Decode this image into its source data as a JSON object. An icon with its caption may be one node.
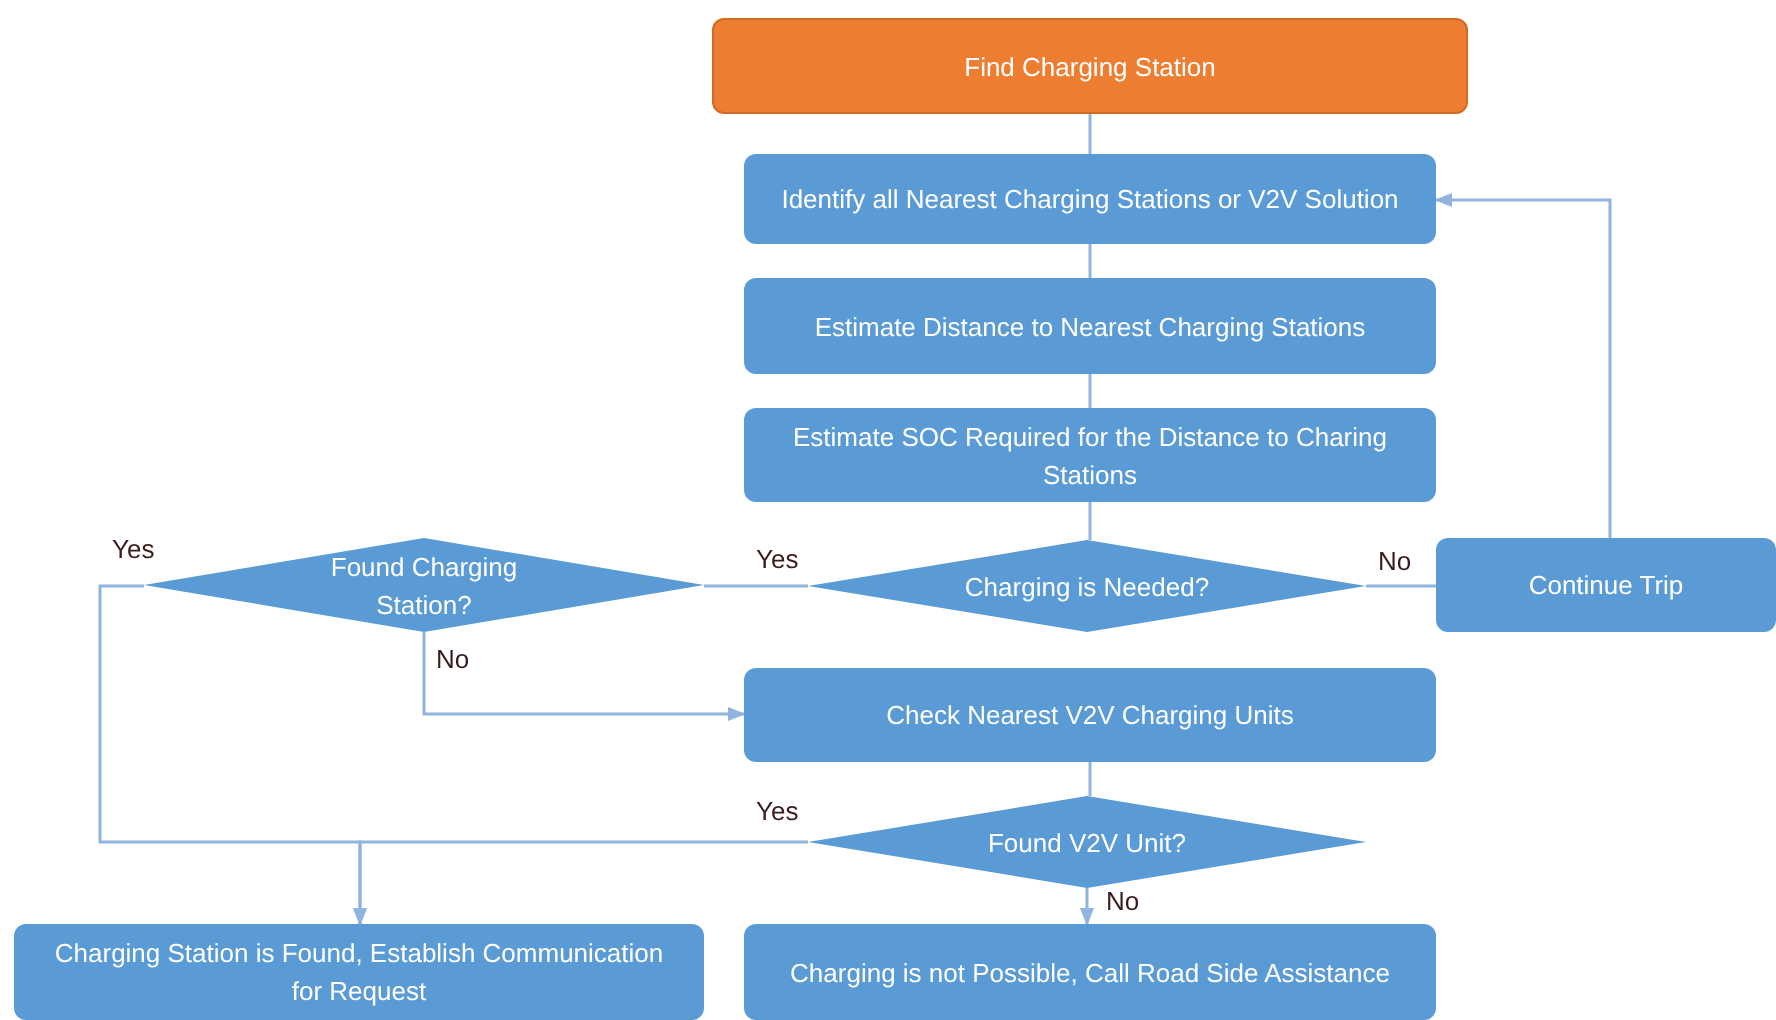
{
  "diagram": {
    "nodes": [
      {
        "text": [
          "Find Charging Station"
        ]
      },
      {
        "text": [
          "Identify all Nearest Charging Stations or V2V Solution"
        ]
      },
      {
        "text": [
          "Estimate Distance to Nearest Charging Stations"
        ]
      },
      {
        "text": [
          "Estimate SOC Required for the Distance to Charing Stations"
        ]
      },
      {
        "text": [
          "Charging is Needed?"
        ]
      },
      {
        "text": [
          "Continue Trip"
        ]
      },
      {
        "text": [
          "Found Charging Station?"
        ]
      },
      {
        "text": [
          "Check Nearest V2V Charging Units"
        ]
      },
      {
        "text": [
          "Found V2V Unit?"
        ]
      },
      {
        "text": [
          "Charging Station is Found, Establish Communication for Request"
        ]
      },
      {
        "text": [
          "Charging is not Possible, Call Road Side Assistance"
        ]
      }
    ],
    "edges": [
      {
        "from": 0,
        "to": 1,
        "arrow": "none"
      },
      {
        "from": 1,
        "to": 2,
        "arrow": "none"
      },
      {
        "from": 2,
        "to": 3,
        "arrow": "none"
      },
      {
        "from": 3,
        "to": 4,
        "arrow": "none"
      },
      {
        "from": 4,
        "to": 6,
        "arrow": "none",
        "label": "Yes"
      },
      {
        "from": 4,
        "to": 5,
        "arrow": "none",
        "label": "No"
      },
      {
        "from": 5,
        "to": 1,
        "arrow": "to"
      },
      {
        "from": 6,
        "to": 7,
        "arrow": "to",
        "label": "No"
      },
      {
        "from": 6,
        "to": 9,
        "arrow": "to",
        "label": "Yes"
      },
      {
        "from": 7,
        "to": 8,
        "arrow": "none"
      },
      {
        "from": 8,
        "to": 9,
        "arrow": "to",
        "label": "Yes"
      },
      {
        "from": 8,
        "to": 10,
        "arrow": "to",
        "label": "No"
      }
    ]
  }
}
